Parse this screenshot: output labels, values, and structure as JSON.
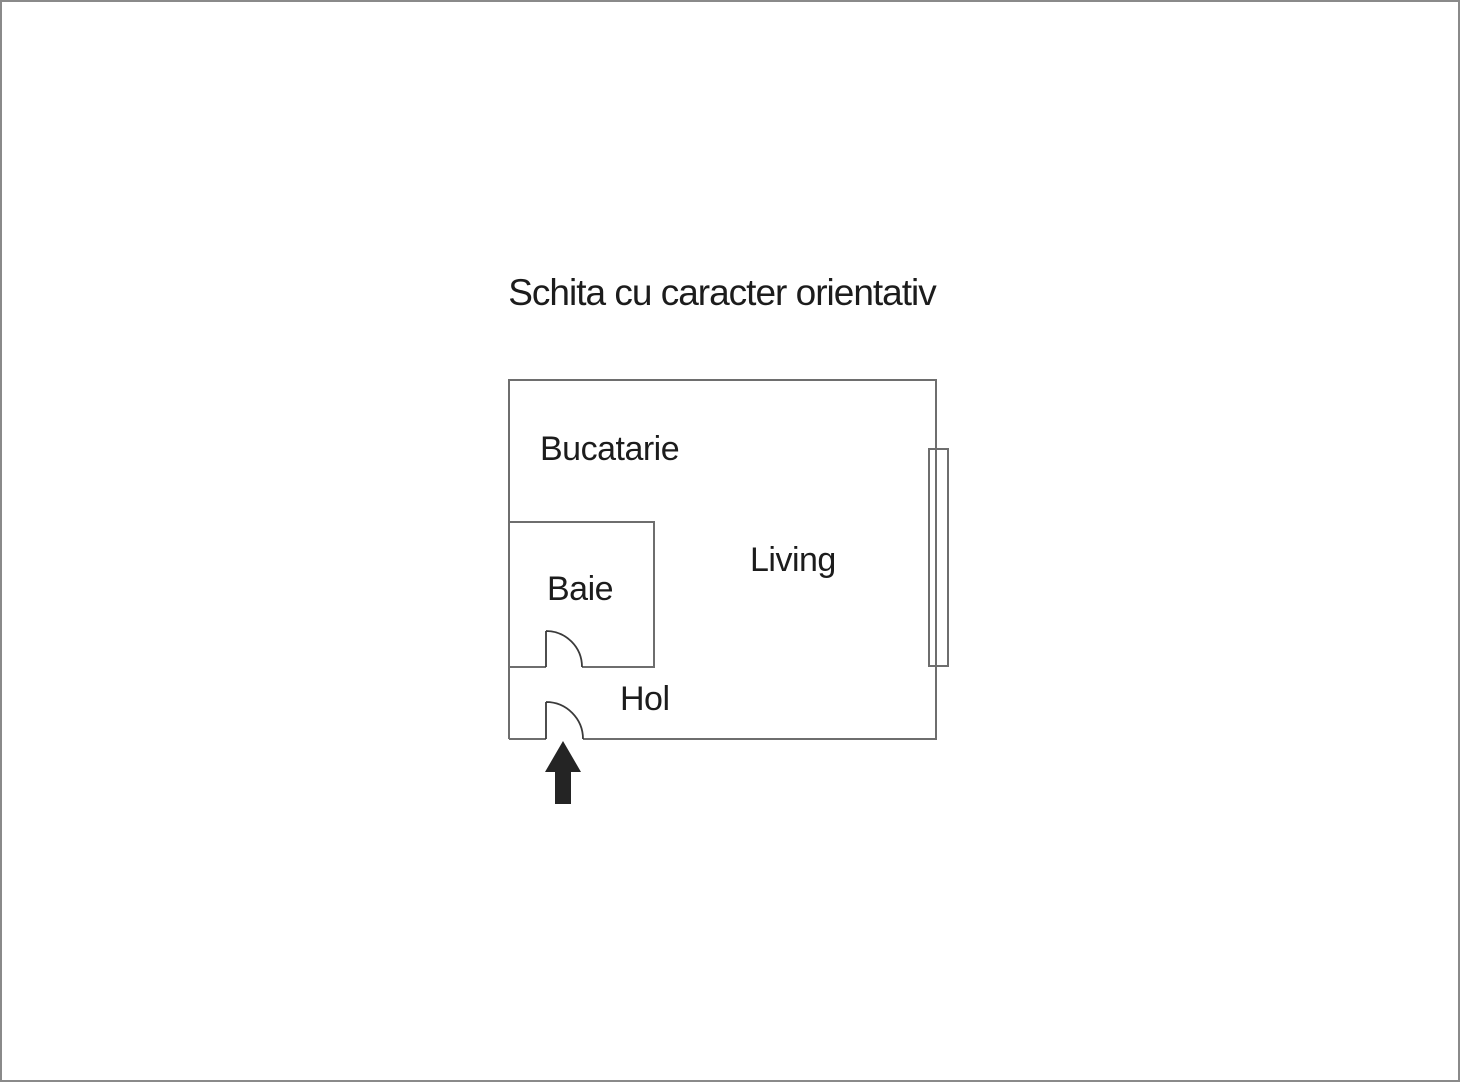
{
  "title": "Schita cu caracter orientativ",
  "rooms": {
    "bucatarie": "Bucatarie",
    "baie": "Baie",
    "living": "Living",
    "hol": "Hol"
  },
  "symbols": {
    "window": "double-line-window-right-wall",
    "doors": [
      "baie-door-swing",
      "entrance-door-swing"
    ],
    "entrance_arrow": "up-arrow-at-entrance"
  },
  "colors": {
    "wall": "#6e6e6e",
    "door": "#3a3a3a",
    "arrow": "#242424",
    "text": "#1c1c1c",
    "canvas_border": "#8a8a8a",
    "background": "#ffffff"
  }
}
